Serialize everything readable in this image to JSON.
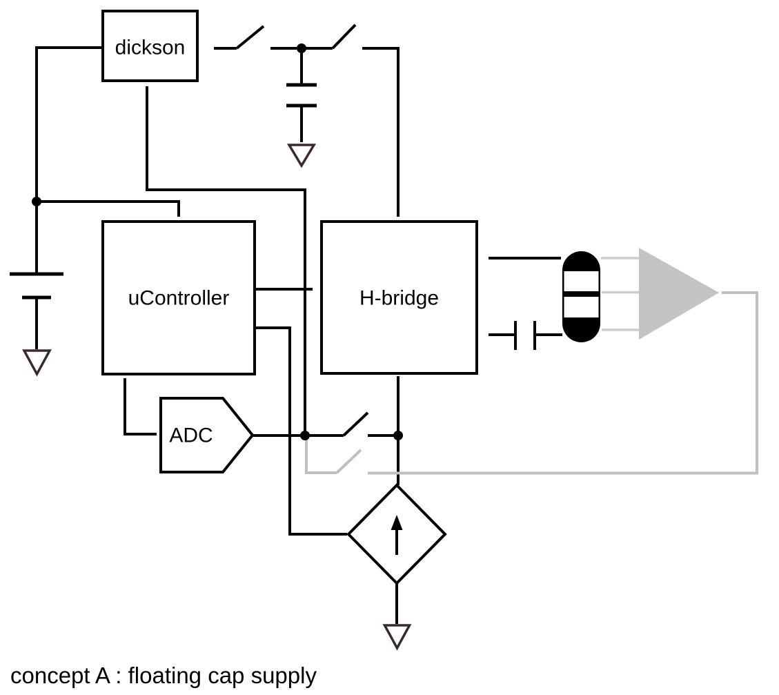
{
  "diagram": {
    "caption": "concept A : floating cap supply",
    "blocks": {
      "dickson": {
        "label": "dickson"
      },
      "ucontroller": {
        "label": "uController"
      },
      "hbridge": {
        "label": "H-bridge"
      },
      "adc": {
        "label": "ADC"
      }
    },
    "symbols": {
      "battery": "battery-icon",
      "flying_capacitor": "capacitor-icon",
      "output_capacitor": "capacitor-icon",
      "switches": [
        "spst-switch-icon",
        "spst-switch-icon",
        "spst-switch-icon",
        "spst-switch-icon-gray"
      ],
      "grounds": [
        "ground-icon",
        "ground-icon",
        "ground-icon"
      ],
      "current_source": "controlled-current-source-icon",
      "transducer": "piezo-transducer-icon",
      "amplifier": "amplifier-icon"
    },
    "colors": {
      "wire": "#000000",
      "ground_symbol": "#3a2a2a",
      "inactive_wire": "#bfbfbf",
      "transducer_stub_lines": "#cccccc",
      "amplifier_fill": "#c3c3c3",
      "background": "#ffffff"
    }
  }
}
